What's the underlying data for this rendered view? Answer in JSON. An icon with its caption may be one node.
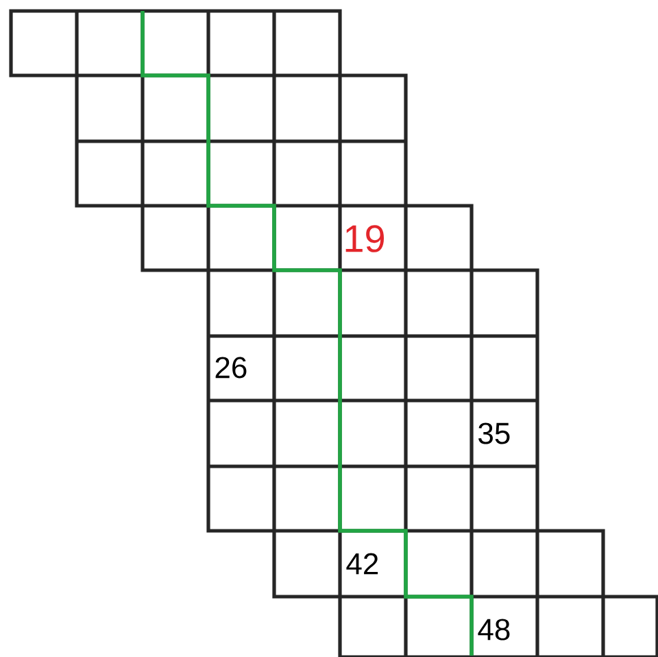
{
  "diagram": {
    "labels": [
      "19",
      "26",
      "35",
      "42",
      "48"
    ]
  }
}
